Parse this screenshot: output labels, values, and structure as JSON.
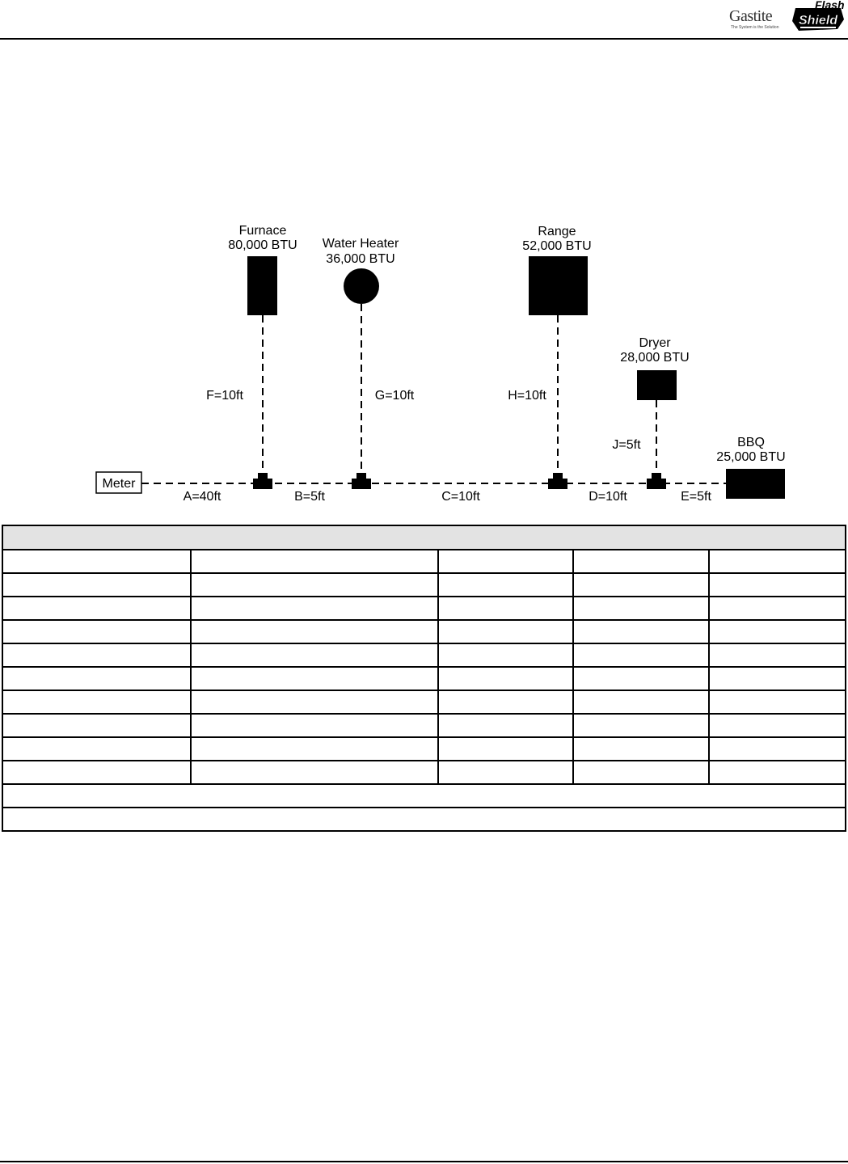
{
  "header": {
    "logo_gastite": "Gastite",
    "logo_gastite_tagline": "The System is the Solution",
    "logo_flash": "Flash",
    "logo_shield": "Shield"
  },
  "diagram": {
    "meter_label": "Meter",
    "appliances": [
      {
        "name": "Furnace",
        "btu": "80,000 BTU",
        "shape": "tall-rect"
      },
      {
        "name": "Water Heater",
        "btu": "36,000 BTU",
        "shape": "circle"
      },
      {
        "name": "Range",
        "btu": "52,000 BTU",
        "shape": "square"
      },
      {
        "name": "Dryer",
        "btu": "28,000 BTU",
        "shape": "rect"
      },
      {
        "name": "BBQ",
        "btu": "25,000 BTU",
        "shape": "wide-rect"
      }
    ],
    "main_segments": [
      "A=40ft",
      "B=5ft",
      "C=10ft",
      "D=10ft",
      "E=5ft"
    ],
    "branch_segments": [
      "F=10ft",
      "G=10ft",
      "H=10ft",
      "J=5ft"
    ]
  },
  "table": {
    "title": "",
    "column_headers": [
      "",
      "",
      "",
      "",
      ""
    ],
    "row_count": 9,
    "footer_rows": 2
  }
}
